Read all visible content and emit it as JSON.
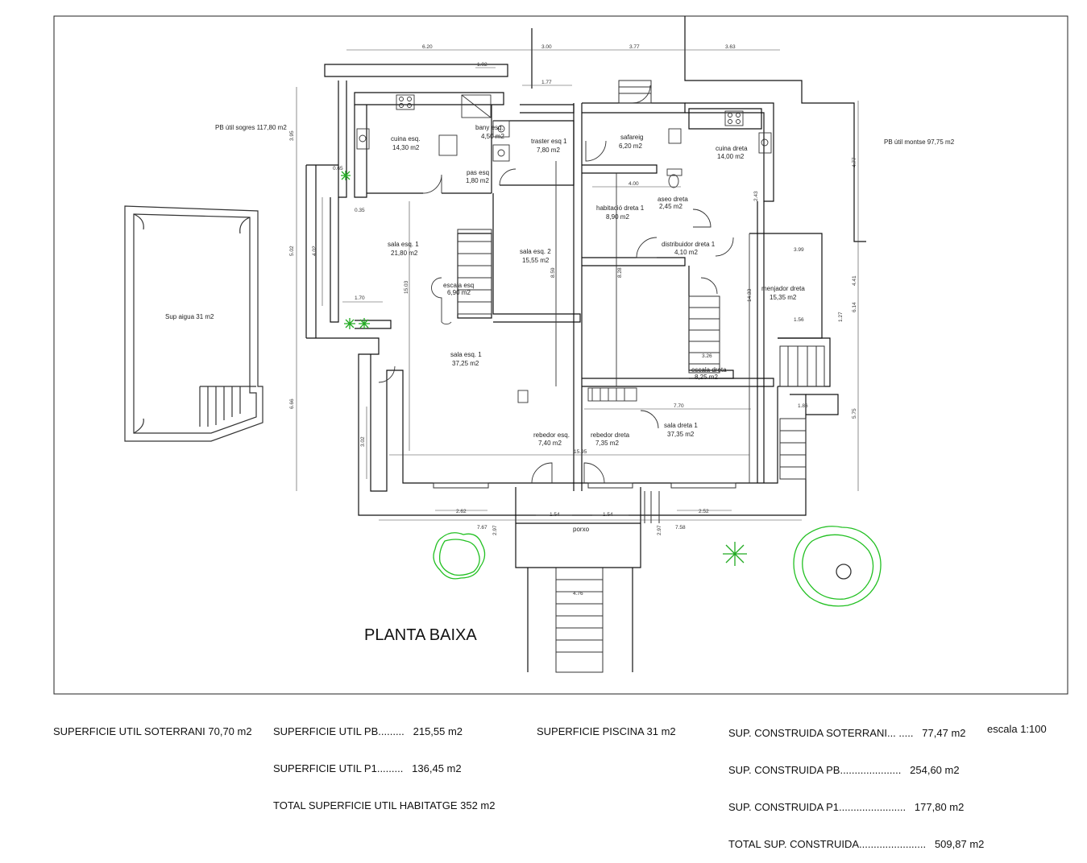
{
  "plan_title": "PLANTA BAIXA",
  "area_labels": {
    "left_house": "PB útil sogres 117,80 m2",
    "right_house": "PB útil montse 97,75 m2",
    "pool": "Sup aigua 31 m2"
  },
  "rooms": {
    "cuina_esq_name": "cuina esq.",
    "cuina_esq_area": "14,30 m2",
    "banyesq_name": "bany esq.",
    "banyesq_area": "4,50 m2",
    "pasesq_name": "pas esq",
    "pasesq_area": "1,80 m2",
    "traster_name": "traster esq 1",
    "traster_area": "7,80 m2",
    "safareig_name": "safareig",
    "safareig_area": "6,20 m2",
    "cuina_dreta_name": "cuina dreta",
    "cuina_dreta_area": "14,00 m2",
    "sala_esq1_name": "sala esq. 1",
    "sala_esq1_area": "21,80 m2",
    "sala_esq2_name": "sala esq. 2",
    "sala_esq2_area": "15,55 m2",
    "escala_esq_name": "escala esq",
    "escala_esq_area": "6,90 m2",
    "hab_dreta_name": "habitació dreta 1",
    "hab_dreta_area": "8,90 m2",
    "aseo_name": "aseo dreta",
    "aseo_area": "2,45 m2",
    "distrib_name": "distribuidor dreta 1",
    "distrib_area": "4,10 m2",
    "menjador_name": "menjador dreta",
    "menjador_area": "15,35 m2",
    "escala_dreta_name": "escala dreta",
    "escala_dreta_area": "8,25 m2",
    "sala_esq_1b_name": "sala esq. 1",
    "sala_esq_1b_area": "37,25 m2",
    "sala_dreta_name": "sala dreta 1",
    "sala_dreta_area": "37,35 m2",
    "rebedor_esq_name": "rebedor esq.",
    "rebedor_esq_area": "7,40 m2",
    "rebedor_dreta_name": "rebedor dreta",
    "rebedor_dreta_area": "7,35 m2",
    "porxo": "porxo"
  },
  "dims": {
    "d620": "6.20",
    "d300": "3.00",
    "d377": "3.77",
    "d363": "3.63",
    "d102": "1.02",
    "d177": "1.77",
    "d395": "3.95",
    "d502": "5.02",
    "d666": "6.66",
    "d477": "4.77",
    "d441": "4.41",
    "d575": "5.75",
    "d614": "6.14",
    "d065": "0.65",
    "d035": "0.35",
    "d170": "1.70",
    "d400": "4.00",
    "d399": "3.99",
    "d156": "1.56",
    "d186": "1.86",
    "d770": "7.70",
    "d1595": "15.95",
    "d154a": "1.54",
    "d154b": "1.54",
    "d262": "2.62",
    "d252": "2.52",
    "d767": "7.67",
    "d758": "7.58",
    "d476": "4.76",
    "d1433": "14.33",
    "d1503": "15.03",
    "d859": "8.59",
    "d828": "8.28",
    "d326": "3.26",
    "d127": "1.27",
    "d243": "2.43",
    "d297a": "2.97",
    "d297b": "2.97",
    "d302": "3.02",
    "d402": "4.02"
  },
  "footer": {
    "soterrani": "SUPERFICIE UTIL SOTERRANI 70,70 m2",
    "util_pb": "SUPERFICIE UTIL PB.........   215,55 m2",
    "util_p1": "SUPERFICIE UTIL P1.........   136,45 m2",
    "total_util": "TOTAL SUPERFICIE UTIL HABITATGE 352 m2",
    "piscina": "SUPERFICIE PISCINA 31 m2",
    "cons_sot": "SUP. CONSTRUIDA SOTERRANI... .....   77,47 m2",
    "cons_pb": "SUP. CONSTRUIDA PB.....................   254,60 m2",
    "cons_p1": "SUP. CONSTRUIDA P1.......................   177,80 m2",
    "cons_total": "TOTAL SUP. CONSTRUIDA.......................   509,87 m2",
    "escala": "escala 1:100"
  }
}
